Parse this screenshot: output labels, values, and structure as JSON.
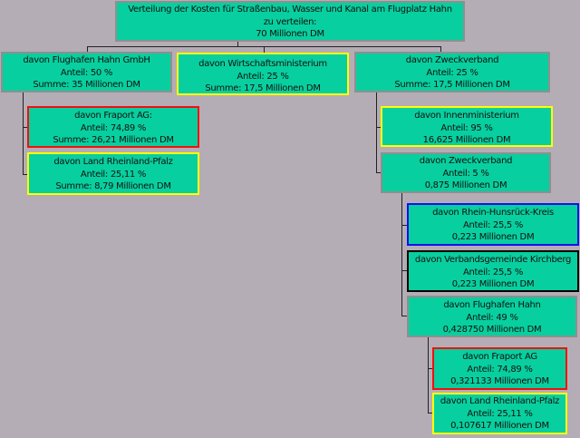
{
  "root": {
    "line1": "Verteilung der Kosten für Straßenbau, Wasser und Kanal am Flugplatz Hahn",
    "line2": "zu verteilen:",
    "line3": "70 Millionen DM"
  },
  "flughafen_gmbh": {
    "line1": "davon Flughafen Hahn GmbH",
    "line2": "Anteil: 50 %",
    "line3": "Summe: 35 Millionen DM"
  },
  "wirtschaftsministerium": {
    "line1": "davon Wirtschaftsministerium",
    "line2": "Anteil: 25 %",
    "line3": "Summe: 17,5 Millionen DM"
  },
  "zweckverband": {
    "line1": "davon Zweckverband",
    "line2": "Anteil: 25 %",
    "line3": "Summe: 17,5 Millionen DM"
  },
  "fraport_1": {
    "line1": "davon Fraport AG:",
    "line2": "Anteil: 74,89 %",
    "line3": "Summe: 26,21 Millionen DM"
  },
  "rlp_1": {
    "line1": "davon Land Rheinland-Pfalz",
    "line2": "Anteil: 25,11 %",
    "line3": "Summe: 8,79 Millionen DM"
  },
  "innenministerium": {
    "line1": "davon Innenministerium",
    "line2": "Anteil: 95 %",
    "line3": "16,625 Millionen DM"
  },
  "zweckverband_2": {
    "line1": "davon Zweckverband",
    "line2": "Anteil: 5 %",
    "line3": "0,875 Millionen DM"
  },
  "rhein_hunsrueck": {
    "line1": "davon Rhein-Hunsrück-Kreis",
    "line2": "Anteil: 25,5 %",
    "line3": "0,223 Millionen DM"
  },
  "kirchberg": {
    "line1": "davon Verbandsgemeinde Kirchberg",
    "line2": "Anteil: 25,5 %",
    "line3": "0,223 Millionen DM"
  },
  "flughafen_2": {
    "line1": "davon Flughafen Hahn",
    "line2": "Anteil: 49 %",
    "line3": "0,428750 Millionen DM"
  },
  "fraport_2": {
    "line1": "davon Fraport AG",
    "line2": "Anteil: 74,89 %",
    "line3": "0,321133 Millionen DM"
  },
  "rlp_2": {
    "line1": "davon Land Rheinland-Pfalz",
    "line2": "Anteil: 25,11 %",
    "line3": "0,107617 Millionen DM"
  },
  "colors": {
    "box": "#08cf9f",
    "background": "#b5adb5",
    "red": "#f01010",
    "yellow": "#ffff00",
    "blue": "#1010f0"
  }
}
